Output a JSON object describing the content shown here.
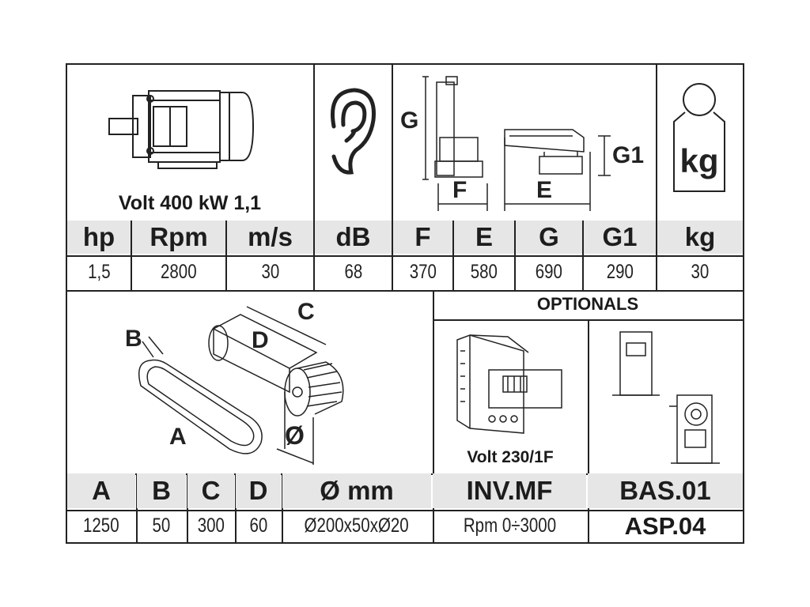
{
  "motor": {
    "caption": "Volt 400 kW 1,1",
    "icon": "motor-icon"
  },
  "noise": {
    "icon": "ear-icon"
  },
  "dimensions_diagram": {
    "labels": {
      "G": "G",
      "F": "F",
      "E": "E",
      "G1": "G1"
    }
  },
  "weight": {
    "icon": "weight-icon",
    "label": "kg"
  },
  "spec_headers": [
    "hp",
    "Rpm",
    "m/s",
    "dB",
    "F",
    "E",
    "G",
    "G1",
    "kg"
  ],
  "spec_values": [
    "1,5",
    "2800",
    "30",
    "68",
    "370",
    "580",
    "690",
    "290",
    "30"
  ],
  "belt_diagram": {
    "labels": {
      "A": "A",
      "B": "B",
      "C": "C",
      "D": "D",
      "diameter": "Ø"
    }
  },
  "optionals": {
    "title": "OPTIONALS",
    "inverter_caption": "Volt 230/1F"
  },
  "bottom_headers": [
    "A",
    "B",
    "C",
    "D",
    "Ø mm",
    "INV.MF",
    "BAS.01"
  ],
  "bottom_values": [
    "1250",
    "50",
    "300",
    "60",
    "Ø200x50xØ20",
    "Rpm 0÷3000",
    "ASP.04"
  ],
  "colors": {
    "line": "#222222",
    "header_bg": "#e6e6e6",
    "background": "#ffffff"
  }
}
